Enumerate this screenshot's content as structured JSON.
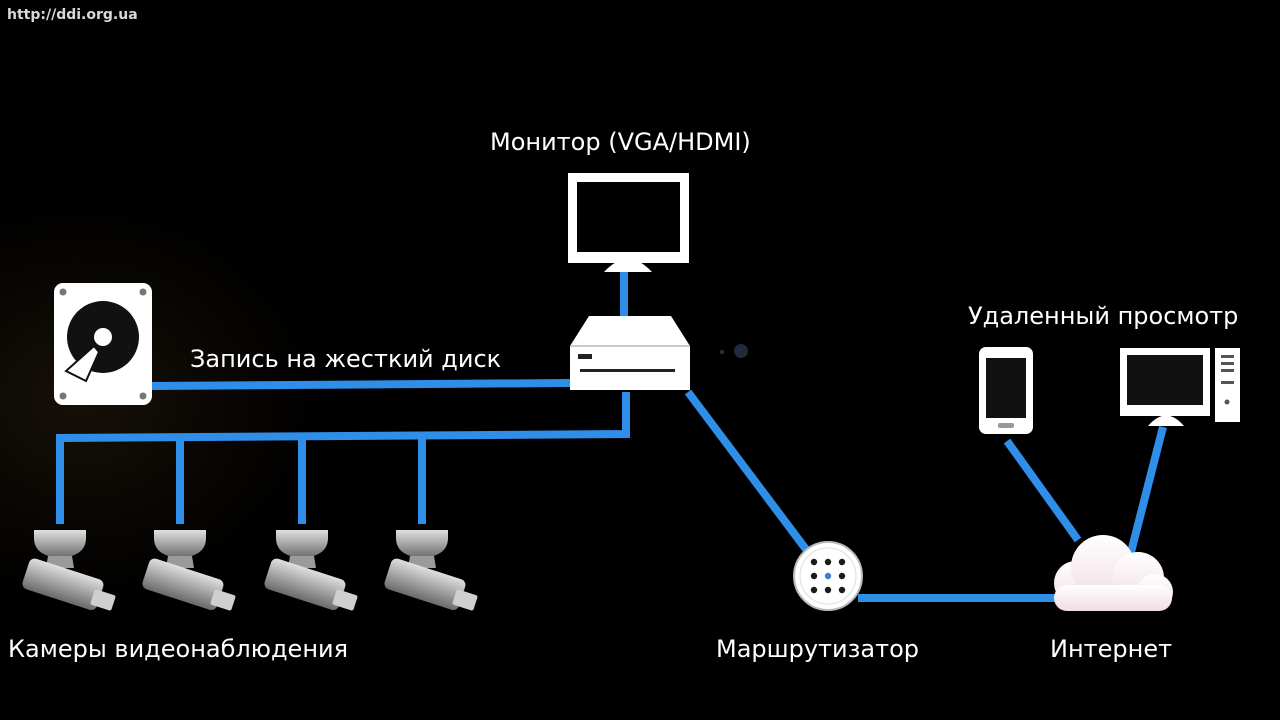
{
  "watermark": "http://ddi.org.ua",
  "labels": {
    "monitor": "Монитор (VGA/HDMI)",
    "hdd_record": "Запись на жесткий диск",
    "remote_view": "Удаленный просмотр",
    "cameras": "Камеры видеонаблюдения",
    "router": "Маршрутизатор",
    "internet": "Интернет"
  },
  "colors": {
    "background": "#000000",
    "link": "#2f8ee8",
    "device": "#ffffff",
    "camera": "#b9b9b9",
    "cloud": "#f6e9ee"
  },
  "icons": [
    "monitor-icon",
    "dvr-icon",
    "hard-disk-icon",
    "camera-icon",
    "router-icon",
    "cloud-icon",
    "tablet-icon",
    "desktop-pc-icon"
  ]
}
